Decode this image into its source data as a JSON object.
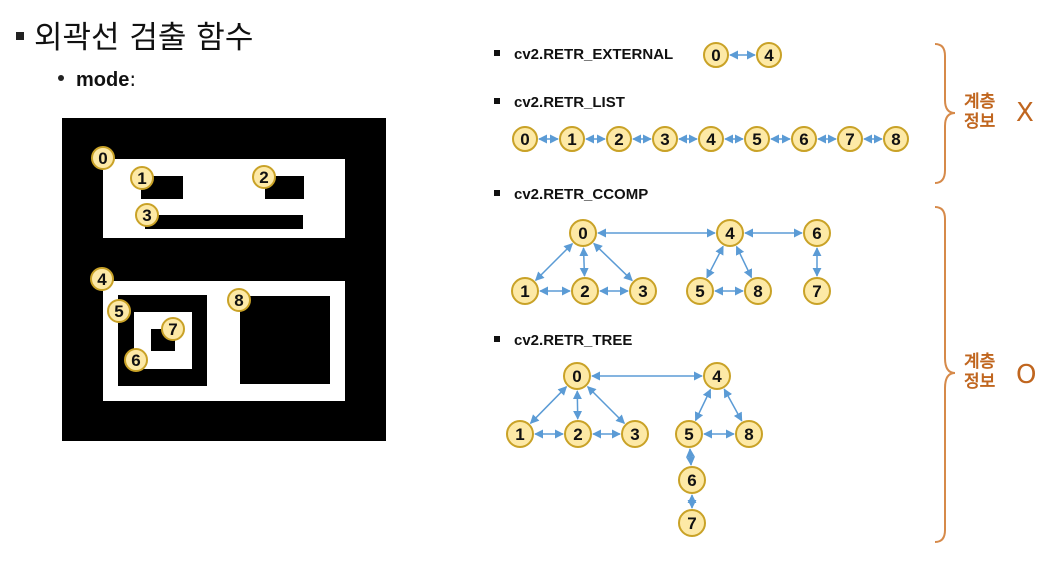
{
  "title": "외곽선 검출 함수",
  "subtitle_key": "mode",
  "subtitle_sep": ":",
  "modes": [
    {
      "label": "cv2.RETR_EXTERNAL"
    },
    {
      "label": "cv2.RETR_LIST"
    },
    {
      "label": "cv2.RETR_CCOMP"
    },
    {
      "label": "cv2.RETR_TREE"
    }
  ],
  "hierarchy_groups": [
    {
      "label_line1": "계층",
      "label_line2": "정보",
      "mark": "X"
    },
    {
      "label_line1": "계층",
      "label_line2": "정보",
      "mark": "O"
    }
  ],
  "colors": {
    "node_fill": "#fde9a6",
    "node_stroke": "#c9a227",
    "arrow": "#5b9bd5",
    "brace": "#d68a4a",
    "accent_text": "#c0661f"
  },
  "contour_labels": [
    "0",
    "1",
    "2",
    "3",
    "4",
    "5",
    "6",
    "7",
    "8"
  ],
  "graphs": {
    "external": {
      "nodes": [
        "0",
        "4"
      ],
      "edges": [
        [
          "0",
          "4"
        ]
      ]
    },
    "list": {
      "nodes": [
        "0",
        "1",
        "2",
        "3",
        "4",
        "5",
        "6",
        "7",
        "8"
      ],
      "edges": [
        [
          "0",
          "1"
        ],
        [
          "1",
          "2"
        ],
        [
          "2",
          "3"
        ],
        [
          "3",
          "4"
        ],
        [
          "4",
          "5"
        ],
        [
          "5",
          "6"
        ],
        [
          "6",
          "7"
        ],
        [
          "7",
          "8"
        ]
      ]
    },
    "ccomp": {
      "nodes": [
        "0",
        "1",
        "2",
        "3",
        "4",
        "5",
        "8",
        "6",
        "7"
      ],
      "edges": [
        [
          "0",
          "4"
        ],
        [
          "4",
          "6"
        ],
        [
          "0",
          "1"
        ],
        [
          "2",
          "0"
        ],
        [
          "3",
          "0"
        ],
        [
          "1",
          "2"
        ],
        [
          "2",
          "3"
        ],
        [
          "4",
          "5"
        ],
        [
          "8",
          "4"
        ],
        [
          "5",
          "8"
        ],
        [
          "6",
          "7"
        ]
      ]
    },
    "tree": {
      "nodes": [
        "0",
        "1",
        "2",
        "3",
        "4",
        "5",
        "8",
        "6",
        "7"
      ],
      "edges": [
        [
          "0",
          "4"
        ],
        [
          "0",
          "1"
        ],
        [
          "2",
          "0"
        ],
        [
          "3",
          "0"
        ],
        [
          "1",
          "2"
        ],
        [
          "2",
          "3"
        ],
        [
          "4",
          "5"
        ],
        [
          "8",
          "4"
        ],
        [
          "5",
          "8"
        ],
        [
          "5",
          "6"
        ],
        [
          "6",
          "7"
        ]
      ]
    }
  }
}
